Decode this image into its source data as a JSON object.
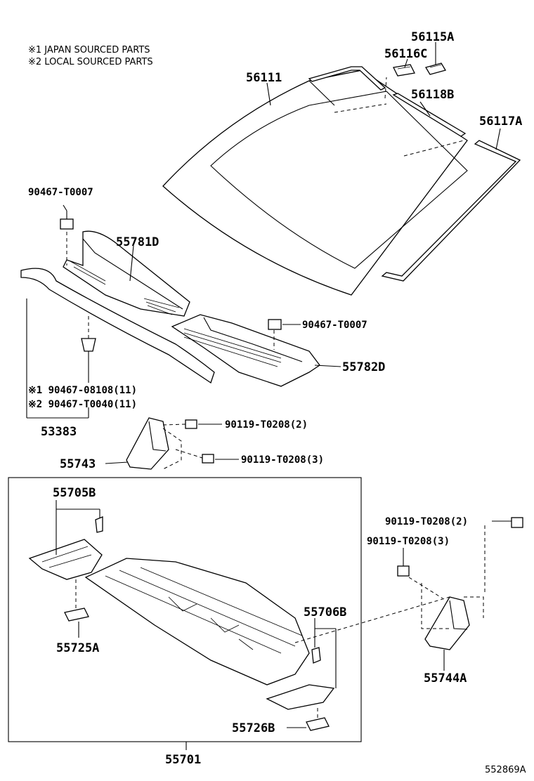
{
  "notes": [
    "※1 JAPAN SOURCED PARTS",
    "※2 LOCAL SOURCED PARTS"
  ],
  "parts": {
    "p56115A": "56115A",
    "p56116C": "56116C",
    "p56111": "56111",
    "p56118B": "56118B",
    "p56117A": "56117A",
    "p90467_T0007_a": "90467-T0007",
    "p55781D": "55781D",
    "p90467_T0007_b": "90467-T0007",
    "p55782D": "55782D",
    "p90467_08108": "※1 90467-08108(11)",
    "p90467_T0040": "※2 90467-T0040(11)",
    "p53383": "53383",
    "p90119_T0208_2a": "90119-T0208(2)",
    "p55743": "55743",
    "p90119_T0208_3a": "90119-T0208(3)",
    "p55705B": "55705B",
    "p90119_T0208_2b": "90119-T0208(2)",
    "p90119_T0208_3b": "90119-T0208(3)",
    "p55725A": "55725A",
    "p55706B": "55706B",
    "p55744A": "55744A",
    "p55726B": "55726B",
    "p55701": "55701"
  },
  "diagram_ref": "552869A"
}
